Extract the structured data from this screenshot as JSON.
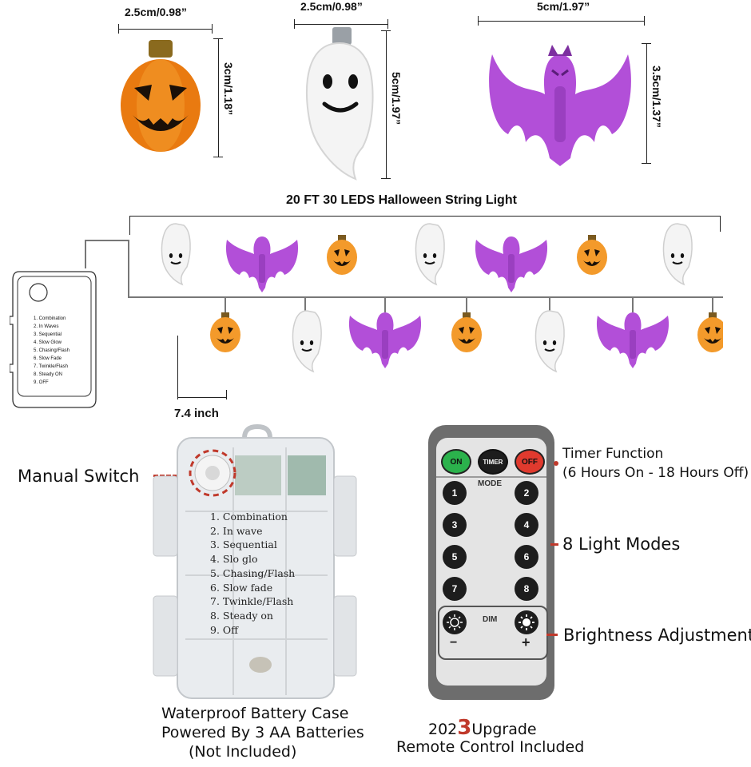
{
  "dimensions": {
    "pumpkin_width": "2.5cm/0.98”",
    "pumpkin_height": "3cm/1.18”",
    "ghost_width": "2.5cm/0.98”",
    "ghost_height": "5cm/1.97”",
    "bat_width": "5cm/1.97”",
    "bat_height": "3.5cm/1.37”",
    "spacing": "7.4 inch"
  },
  "string_title": "20 FT 30 LEDS Halloween String Light",
  "small_box_modes": [
    "1. Combination",
    "2. In Waves",
    "3. Sequential",
    "4. Slow Glow",
    "5. Chasing/Flash",
    "6. Slow Fade",
    "7. Twinkle/Flash",
    "8. Steady ON",
    "9. OFF"
  ],
  "battery_modes": [
    "1. Combination",
    "2. In wave",
    "3. Sequential",
    "4. Slo glo",
    "5. Chasing/Flash",
    "6. Slow fade",
    "7. Twinkle/Flash",
    "8. Steady on",
    "9. Off"
  ],
  "manual_switch_label": "Manual Switch",
  "battery_caption": [
    "Waterproof Battery Case",
    "Powered By 3 AA Batteries",
    "(Not Included)"
  ],
  "remote": {
    "on": "ON",
    "timer": "TIMER",
    "off": "OFF",
    "mode": "MODE",
    "dim": "DIM",
    "minus": "−",
    "plus": "+",
    "buttons": [
      "1",
      "2",
      "3",
      "4",
      "5",
      "6",
      "7",
      "8"
    ]
  },
  "callouts": {
    "timer_title": "Timer Function",
    "timer_detail": "(6 Hours On - 18 Hours Off)",
    "modes": "8 Light Modes",
    "brightness": "Brightness Adjustment"
  },
  "upgrade": {
    "year_prefix": "202",
    "year_digit": "3",
    "word": "Upgrade",
    "line2": "Remote  Control Included"
  },
  "colors": {
    "pumpkin": "#f39a2b",
    "bat": "#b24fd8",
    "ghost": "#f2f2f2",
    "red": "#c0392b",
    "on_green": "#2bb24c",
    "off_red": "#e03a2e"
  }
}
